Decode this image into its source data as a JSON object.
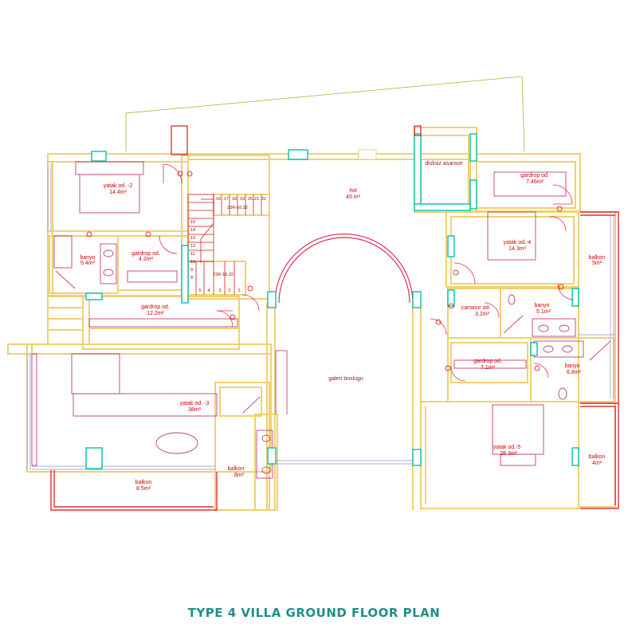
{
  "title": "TYPE 4 VILLA GROUND FLOOR PLAN",
  "rooms": [
    {
      "id": "yatak2",
      "name": "yatak od. -2",
      "area": "14.4m²"
    },
    {
      "id": "banyo1",
      "name": "banyo",
      "area": "5.4m²"
    },
    {
      "id": "gardrop1",
      "name": "gardrop od.",
      "area": "4.2m²"
    },
    {
      "id": "gardrop2",
      "name": "gardrop od.",
      "area": "12.2m²"
    },
    {
      "id": "hol",
      "name": "hol",
      "area": "45.m²"
    },
    {
      "id": "asansor",
      "name": "dislisiz asansor",
      "area": ""
    },
    {
      "id": "gardrop3",
      "name": "gardrop od.",
      "area": "7.46m²"
    },
    {
      "id": "yatak4",
      "name": "yatak od.-4",
      "area": "14.3m²"
    },
    {
      "id": "balkon1",
      "name": "balkon",
      "area": "5m²"
    },
    {
      "id": "camasir",
      "name": "camasır od.",
      "area": "3.2m²"
    },
    {
      "id": "banyo2",
      "name": "banyo",
      "area": "5.1m²"
    },
    {
      "id": "galeri",
      "name": "galeri boslugu",
      "area": ""
    },
    {
      "id": "gardrop4",
      "name": "gardrop od.",
      "area": "7.1m²"
    },
    {
      "id": "banyo3",
      "name": "banyo",
      "area": "6.8m²"
    },
    {
      "id": "yatak3",
      "name": "yatak od. -3",
      "area": "38m²"
    },
    {
      "id": "balkon2",
      "name": "balkon",
      "area": "8m²"
    },
    {
      "id": "balkon3",
      "name": "balkon",
      "area": "8.5m²"
    },
    {
      "id": "yatak5",
      "name": "yatak od.-5",
      "area": "28.3m²"
    },
    {
      "id": "balkon4",
      "name": "balkon",
      "area": "4m²"
    }
  ],
  "stairs": {
    "upper_numbers": [
      "16",
      "17",
      "18",
      "19",
      "20",
      "21",
      "22"
    ],
    "upper_mark": "22R-16.22",
    "side_numbers": [
      "15",
      "14",
      "13",
      "12",
      "11",
      "10",
      "9",
      "8"
    ],
    "lower_numbers": [
      "5",
      "4",
      "3",
      "2",
      "1"
    ],
    "lower_mark": "22R-16.22"
  },
  "colors": {
    "wall": "#f0d070",
    "red": "#e00000",
    "pink": "#c0407a",
    "cyan": "#00c0b0",
    "lilac": "#b0a8e0",
    "olive": "#b0a020",
    "title": "#1f8f8a"
  }
}
